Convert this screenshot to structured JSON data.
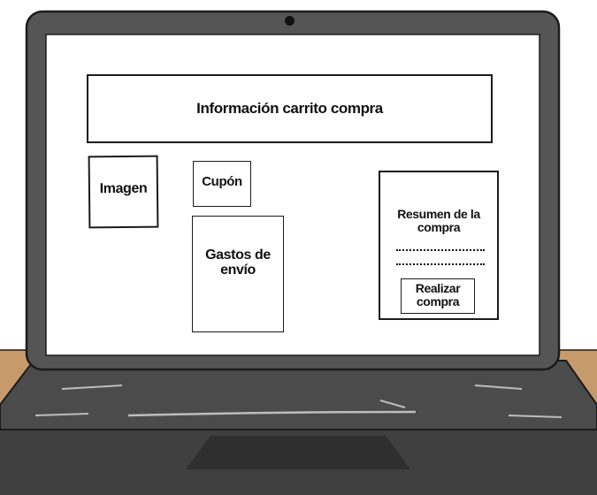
{
  "wireframe": {
    "cart_info_label": "Información carrito compra",
    "image_label": "Imagen",
    "coupon_label": "Cupón",
    "shipping_label": [
      "Gastos de",
      "envío"
    ],
    "summary_label": [
      "Resumen de la",
      "compra"
    ],
    "buy_button_label": [
      "Realizar",
      "compra"
    ]
  },
  "colors": {
    "desk": "#c79a6b",
    "laptop_bezel": "#555555",
    "laptop_keyboard": "#4a4a4a",
    "outline": "#1b1b1b",
    "screen": "#ffffff"
  }
}
